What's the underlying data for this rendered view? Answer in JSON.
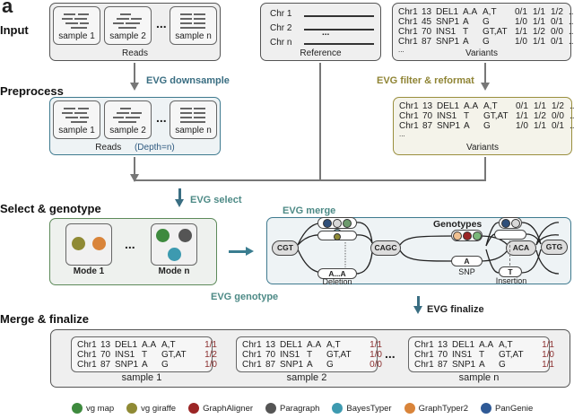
{
  "panel_letter": "a",
  "stages": {
    "input": "Input",
    "preprocess": "Preprocess",
    "select_genotype": "Select & genotype",
    "merge_finalize": "Merge & finalize"
  },
  "input": {
    "reads": {
      "samples": [
        "sample 1",
        "sample 2",
        "sample n"
      ],
      "ellipsis": "...",
      "caption": "Reads"
    },
    "reference": {
      "chromosomes": [
        "Chr 1",
        "Chr 2",
        "Chr n"
      ],
      "ellipsis": "...",
      "caption": "Reference"
    },
    "variants": {
      "rows": [
        [
          "Chr1",
          "13",
          "DEL1",
          "A.A",
          "A,T",
          "0/1",
          "1/1",
          "1/2",
          "..."
        ],
        [
          "Chr1",
          "45",
          "SNP1",
          "A",
          "G",
          "1/0",
          "1/1",
          "0/1",
          "..."
        ],
        [
          "Chr1",
          "70",
          "INS1",
          "T",
          "GT,AT",
          "1/1",
          "1/2",
          "0/0",
          "..."
        ],
        [
          "Chr1",
          "87",
          "SNP1",
          "A",
          "G",
          "1/0",
          "1/1",
          "0/1",
          "..."
        ]
      ],
      "ellipsis": "...",
      "caption": "Variants"
    }
  },
  "steps": {
    "downsample": "EVG downsample",
    "filter": "EVG filter & reformat",
    "select": "EVG select",
    "merge": "EVG merge",
    "genotype": "EVG genotype",
    "finalize": "EVG finalize"
  },
  "preprocess": {
    "reads": {
      "samples": [
        "sample 1",
        "sample 2",
        "sample n"
      ],
      "ellipsis": "...",
      "caption": "Reads",
      "depth": "(Depth=n)"
    },
    "variants": {
      "rows": [
        [
          "Chr1",
          "13",
          "DEL1",
          "A.A",
          "A,T",
          "0/1",
          "1/1",
          "1/2",
          "..."
        ],
        [
          "Chr1",
          "70",
          "INS1",
          "T",
          "GT,AT",
          "1/1",
          "1/2",
          "0/0",
          "..."
        ],
        [
          "Chr1",
          "87",
          "SNP1",
          "A",
          "G",
          "1/0",
          "1/1",
          "0/1",
          "..."
        ]
      ],
      "ellipsis": "...",
      "caption": "Variants"
    }
  },
  "select": {
    "modes": [
      {
        "label": "Mode 1",
        "tools": [
          "vg giraffe",
          "GraphTyper2"
        ]
      },
      {
        "label": "Mode n",
        "tools": [
          "vg map",
          "Paragraph",
          "BayesTyper"
        ]
      }
    ],
    "ellipsis": "..."
  },
  "graph": {
    "title": "Genotypes",
    "nodes": [
      "CGT",
      "CAGC",
      "ACA",
      "GTG"
    ],
    "deletion": {
      "alt_label": "A...A",
      "caption": "Deletion"
    },
    "snp": {
      "alt_label": "A",
      "caption": "SNP"
    },
    "insertion": {
      "alt_label": "T",
      "caption": "Insertion"
    }
  },
  "merge": {
    "samples": [
      {
        "label": "sample 1",
        "rows": [
          [
            "Chr1",
            "13",
            "DEL1",
            "A.A",
            "A,T",
            "1/1"
          ],
          [
            "Chr1",
            "70",
            "INS1",
            "T",
            "GT,AT",
            "1/2"
          ],
          [
            "Chr1",
            "87",
            "SNP1",
            "A",
            "G",
            "1/0"
          ]
        ]
      },
      {
        "label": "sample 2",
        "rows": [
          [
            "Chr1",
            "13",
            "DEL1",
            "A.A",
            "A,T",
            "1/1"
          ],
          [
            "Chr1",
            "70",
            "INS1",
            "T",
            "GT,AT",
            "1/0"
          ],
          [
            "Chr1",
            "87",
            "SNP1",
            "A",
            "G",
            "0/0"
          ]
        ]
      },
      {
        "label": "sample n",
        "rows": [
          [
            "Chr1",
            "13",
            "DEL1",
            "A.A",
            "A,T",
            "1/1"
          ],
          [
            "Chr1",
            "70",
            "INS1",
            "T",
            "GT,AT",
            "1/0"
          ],
          [
            "Chr1",
            "87",
            "SNP1",
            "A",
            "G",
            "1/1"
          ]
        ]
      }
    ],
    "ellipsis": "..."
  },
  "legend": [
    {
      "label": "vg map",
      "color": "#3e8a3e"
    },
    {
      "label": "vg giraffe",
      "color": "#8f8a35"
    },
    {
      "label": "GraphAligner",
      "color": "#9b2525"
    },
    {
      "label": "Paragraph",
      "color": "#555555"
    },
    {
      "label": "BayesTyper",
      "color": "#3d9ab0"
    },
    {
      "label": "GraphTyper2",
      "color": "#d9843a"
    },
    {
      "label": "PanGenie",
      "color": "#2f5a96"
    }
  ]
}
